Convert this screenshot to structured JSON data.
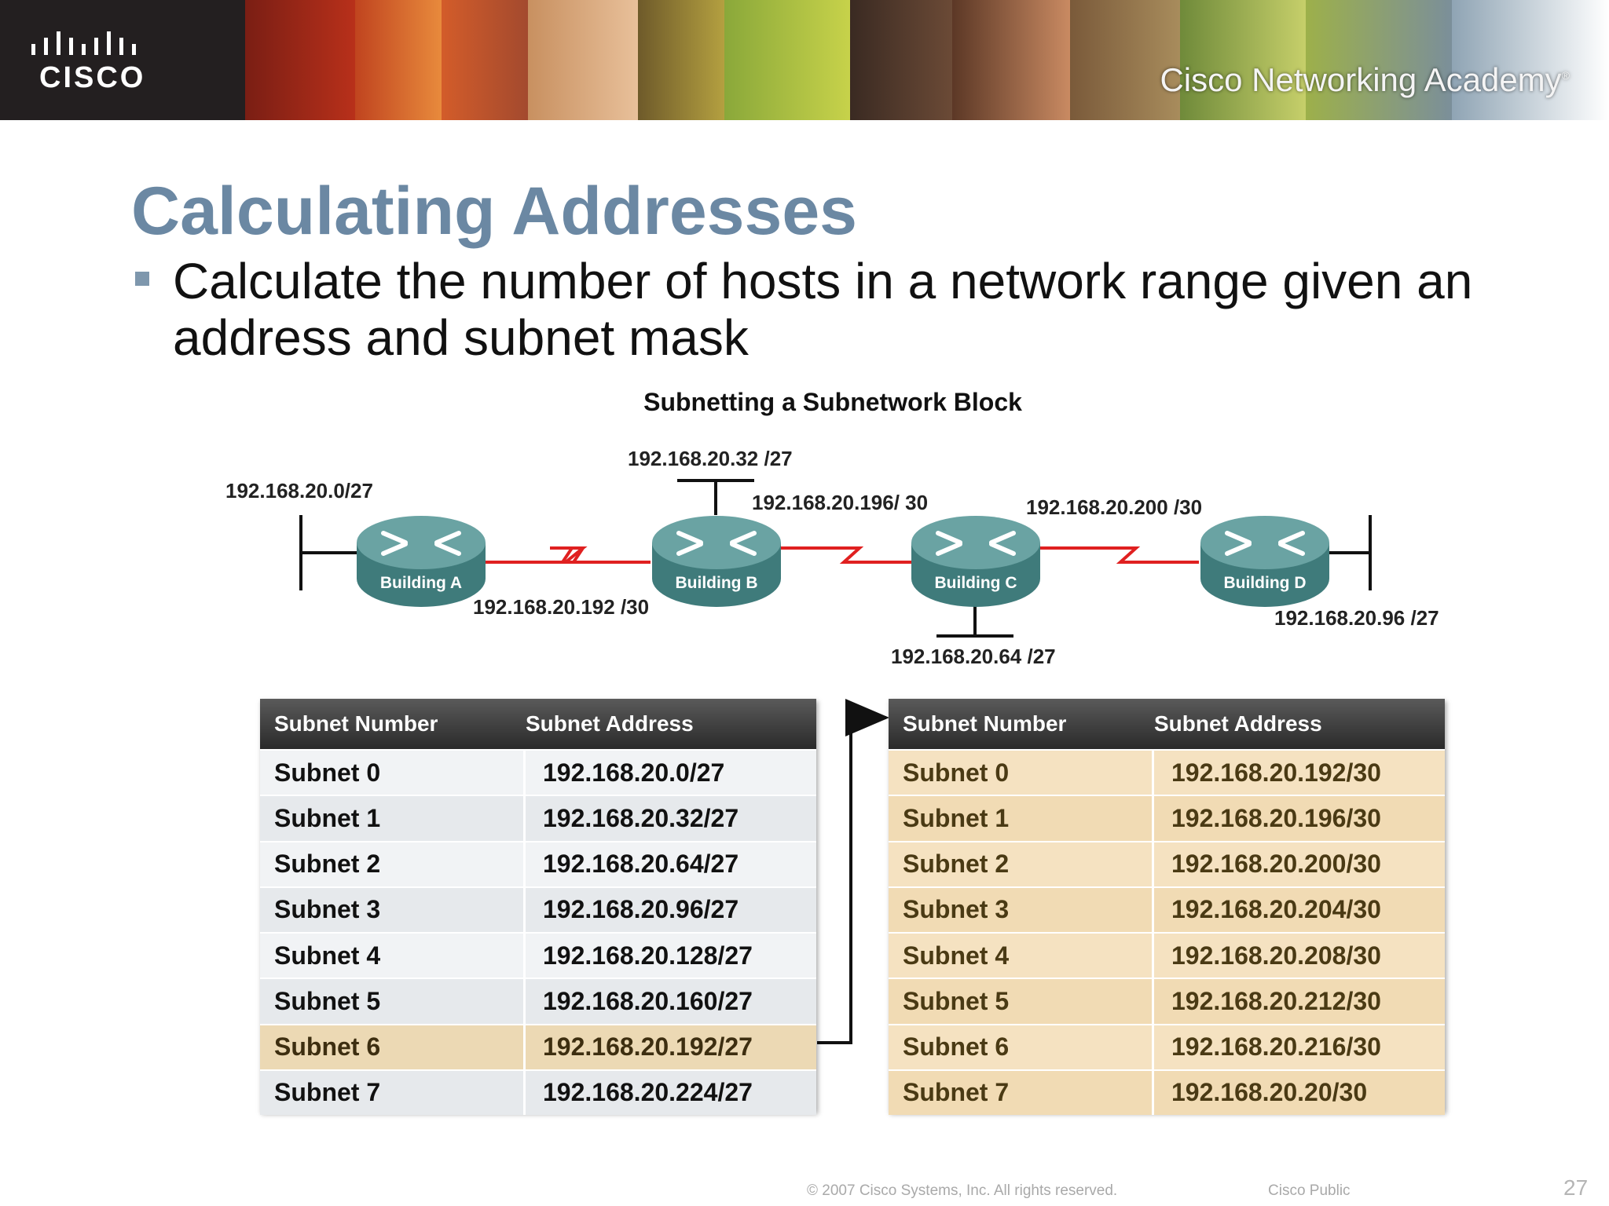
{
  "banner": {
    "logo_text": "CISCO",
    "academy_text": "Cisco Networking Academy",
    "academy_mark": "®"
  },
  "slide": {
    "title": "Calculating Addresses",
    "bullet": "Calculate the number of hosts in a network range given an address and subnet mask"
  },
  "diagram": {
    "title": "Subnetting a Subnetwork Block",
    "routers": [
      "Building A",
      "Building B",
      "Building C",
      "Building D"
    ],
    "labels": {
      "lan_a": "192.168.20.0/27",
      "lan_b": "192.168.20.32 /27",
      "wan_ab": "192.168.20.192 /30",
      "wan_bc": "192.168.20.196/ 30",
      "wan_cd": "192.168.20.200 /30",
      "lan_c": "192.168.20.64 /27",
      "lan_d": "192.168.20.96 /27"
    }
  },
  "tables": {
    "left": {
      "headers": [
        "Subnet Number",
        "Subnet Address"
      ],
      "rows": [
        [
          "Subnet 0",
          "192.168.20.0/27"
        ],
        [
          "Subnet 1",
          "192.168.20.32/27"
        ],
        [
          "Subnet 2",
          "192.168.20.64/27"
        ],
        [
          "Subnet 3",
          "192.168.20.96/27"
        ],
        [
          "Subnet 4",
          "192.168.20.128/27"
        ],
        [
          "Subnet 5",
          "192.168.20.160/27"
        ],
        [
          "Subnet 6",
          "192.168.20.192/27"
        ],
        [
          "Subnet 7",
          "192.168.20.224/27"
        ]
      ]
    },
    "right": {
      "headers": [
        "Subnet Number",
        "Subnet Address"
      ],
      "rows": [
        [
          "Subnet 0",
          "192.168.20.192/30"
        ],
        [
          "Subnet 1",
          "192.168.20.196/30"
        ],
        [
          "Subnet 2",
          "192.168.20.200/30"
        ],
        [
          "Subnet 3",
          "192.168.20.204/30"
        ],
        [
          "Subnet 4",
          "192.168.20.208/30"
        ],
        [
          "Subnet 5",
          "192.168.20.212/30"
        ],
        [
          "Subnet 6",
          "192.168.20.216/30"
        ],
        [
          "Subnet 7",
          "192.168.20.20/30"
        ]
      ]
    }
  },
  "footer": {
    "copyright": "© 2007 Cisco Systems, Inc. All rights reserved.",
    "classification": "Cisco Public",
    "page_number": "27"
  },
  "colors": {
    "title": "#6b88a3",
    "serial_link": "#e02020",
    "router": "#4d8c8c"
  }
}
